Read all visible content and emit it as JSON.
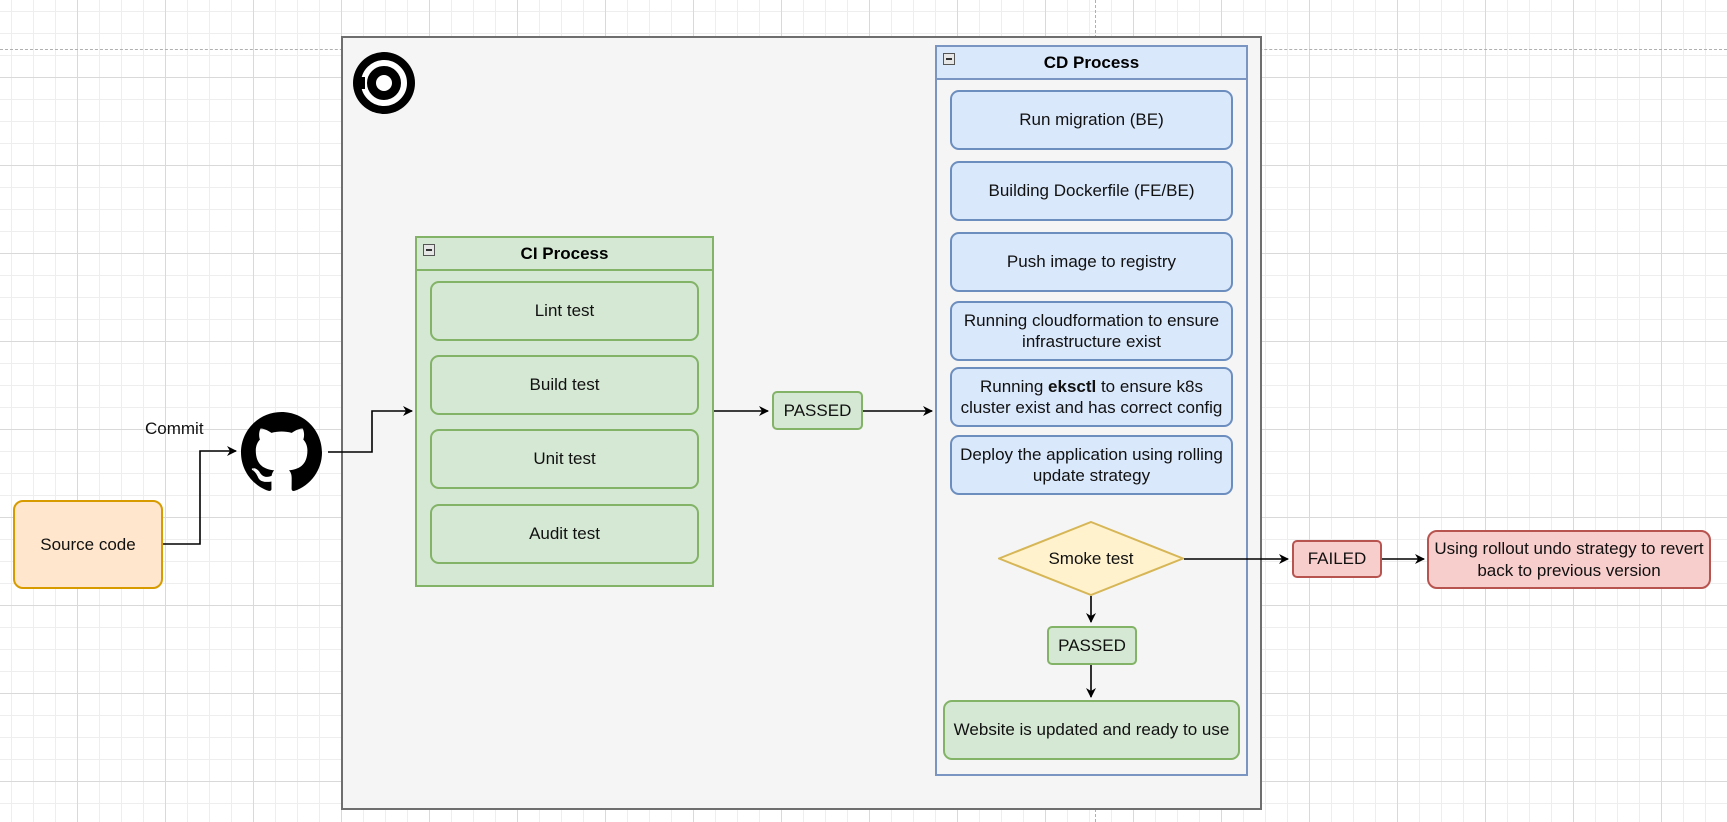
{
  "source": {
    "label": "Source code",
    "edge_label": "Commit"
  },
  "icons": {
    "repository": "github-icon",
    "pipeline_logo": "circleci-icon"
  },
  "ci": {
    "title": "CI Process",
    "steps": [
      "Lint test",
      "Build test",
      "Unit test",
      "Audit test"
    ]
  },
  "ci_result": "PASSED",
  "cd": {
    "title": "CD Process",
    "steps": [
      "Run migration (BE)",
      "Building Dockerfile (FE/BE)",
      "Push image to registry",
      "Running cloudformation to ensure infrastructure exist"
    ],
    "eksctl_step": {
      "prefix": "Running ",
      "bold": "eksctl",
      "suffix": " to ensure k8s cluster exist and has correct config"
    },
    "deploy_step": "Deploy the application using rolling update strategy",
    "decision": "Smoke test",
    "passed": "PASSED",
    "final": "Website is updated and ready to use"
  },
  "failure": {
    "label": "FAILED",
    "action": "Using rollout undo strategy to revert back to previous version"
  },
  "colors": {
    "ci_fill": "#d5e8d4",
    "ci_stroke": "#82b366",
    "cd_fill": "#dae8fc",
    "cd_stroke": "#6c8ebf",
    "source_fill": "#ffe6cc",
    "source_stroke": "#d79b00",
    "failed_fill": "#f8cecc",
    "failed_stroke": "#b85450",
    "decision_fill": "#fff2cc",
    "decision_stroke": "#d6b656"
  }
}
